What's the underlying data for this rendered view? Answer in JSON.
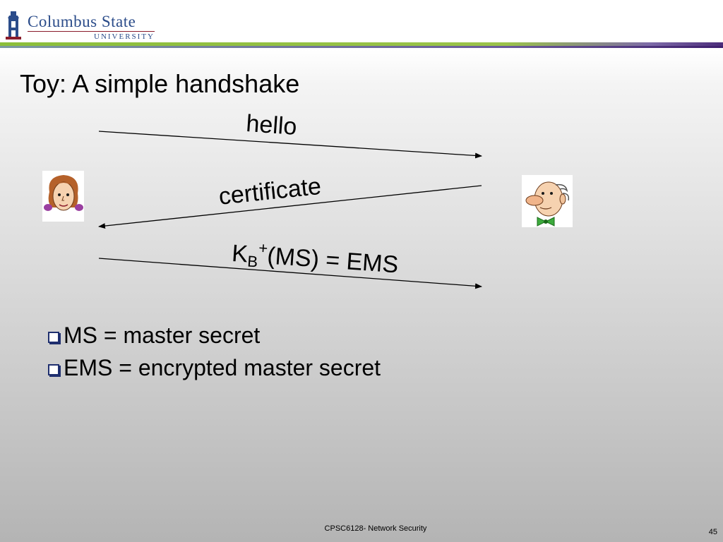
{
  "header": {
    "logo_name": "Columbus State",
    "logo_sub": "UNIVERSITY"
  },
  "slide": {
    "title": "Toy: A simple handshake"
  },
  "diagram": {
    "messages": [
      {
        "label": "hello",
        "direction": "right"
      },
      {
        "label": "certificate",
        "direction": "left"
      },
      {
        "label_parts": {
          "base": "K",
          "subscript": "B",
          "superscript": "+",
          "rest": "(MS) = EMS"
        },
        "direction": "right"
      }
    ],
    "left_party": "alice-icon",
    "right_party": "bob-icon"
  },
  "bullets": [
    "MS = master secret",
    "EMS = encrypted master secret"
  ],
  "footer": {
    "course": "CPSC6128- Network Security",
    "page": "45"
  },
  "colors": {
    "brand_blue": "#2b4c8a",
    "rule_green": "#8bbf3a",
    "rule_purple": "#4b2c7a",
    "bullet_blue": "#1f2f6f"
  }
}
